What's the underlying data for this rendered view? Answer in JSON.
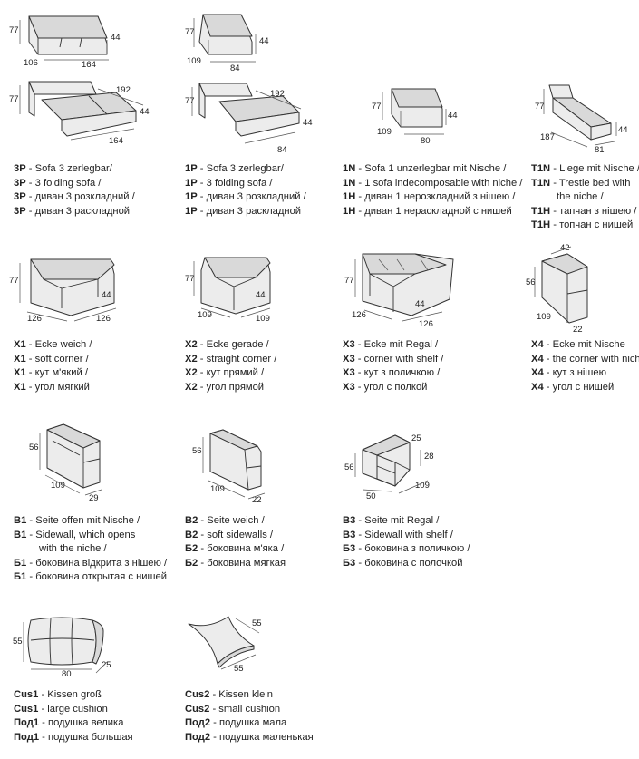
{
  "items": [
    {
      "id": "3P",
      "dims": {
        "h": "77",
        "s": "44",
        "d": "106",
        "w": "164"
      },
      "lines": [
        {
          "code": "3P",
          "text": " - Sofa 3 zerlegbar/"
        },
        {
          "code": "3P",
          "text": " - 3 folding sofa /"
        },
        {
          "code": "3P",
          "text": " - диван 3 розкладний /"
        },
        {
          "code": "3P",
          "text": " - диван 3 раскладной"
        }
      ],
      "dims2": {
        "h": "77",
        "s": "44",
        "l": "192",
        "w": "164"
      }
    },
    {
      "id": "1P",
      "dims": {
        "h": "77",
        "s": "44",
        "d": "109",
        "w": "84"
      },
      "lines": [
        {
          "code": "1P",
          "text": " - Sofa 3 zerlegbar/"
        },
        {
          "code": "1P",
          "text": " - 3 folding sofa /"
        },
        {
          "code": "1P",
          "text": " - диван 3 розкладний /"
        },
        {
          "code": "1P",
          "text": " - диван 3 раскладной"
        }
      ],
      "dims2": {
        "h": "77",
        "s": "44",
        "l": "192",
        "w": "84"
      }
    },
    {
      "id": "1N",
      "dims": {
        "h": "77",
        "s": "44",
        "d": "109",
        "w": "80"
      },
      "lines": [
        {
          "code": "1N",
          "text": " - Sofa 1 unzerlegbar mit Nische /"
        },
        {
          "code": "1N",
          "text": " - 1 sofa indecomposable with niche /"
        },
        {
          "code": "1Н",
          "text": " - диван 1 нерозкладний з нішею /"
        },
        {
          "code": "1Н",
          "text": " - диван 1 нераскладной с нишей"
        }
      ]
    },
    {
      "id": "T1N",
      "dims": {
        "h": "77",
        "s": "44",
        "d": "187",
        "w": "81"
      },
      "lines": [
        {
          "code": "T1N",
          "text": " - Liege mit Nische /"
        },
        {
          "code": "T1N",
          "text": " - Trestle bed with"
        },
        {
          "code": "",
          "text": "the niche /",
          "indent": true
        },
        {
          "code": "Т1Н",
          "text": " - тапчан з нішею /"
        },
        {
          "code": "Т1Н",
          "text": " - топчан с нишей"
        }
      ]
    },
    {
      "id": "X1",
      "dims": {
        "h": "77",
        "s": "44",
        "d": "126",
        "w": "126"
      },
      "lines": [
        {
          "code": "X1",
          "text": " - Ecke weich /"
        },
        {
          "code": "X1",
          "text": " - soft corner /"
        },
        {
          "code": "X1",
          "text": " - кут м'який  /"
        },
        {
          "code": "X1",
          "text": " - угол мягкий"
        }
      ]
    },
    {
      "id": "X2",
      "dims": {
        "h": "77",
        "s": "44",
        "d": "109",
        "w": "109"
      },
      "lines": [
        {
          "code": "X2",
          "text": " - Ecke gerade /"
        },
        {
          "code": "X2",
          "text": " - straight corner /"
        },
        {
          "code": "X2",
          "text": " - кут прямий /"
        },
        {
          "code": "X2",
          "text": " - угол прямой"
        }
      ]
    },
    {
      "id": "X3",
      "dims": {
        "h": "77",
        "s": "44",
        "d": "126",
        "w": "126"
      },
      "lines": [
        {
          "code": "X3",
          "text": " - Ecke mit Regal /"
        },
        {
          "code": "X3",
          "text": " - corner with  shelf /"
        },
        {
          "code": "X3",
          "text": " - кут з поличкою /"
        },
        {
          "code": "X3",
          "text": " - угол с полкой"
        }
      ]
    },
    {
      "id": "X4",
      "dims": {
        "h": "56",
        "t": "42",
        "d": "109",
        "w": "22"
      },
      "lines": [
        {
          "code": "X4",
          "text": " - Ecke mit Nische"
        },
        {
          "code": "X4",
          "text": " - the corner with niche"
        },
        {
          "code": "X4",
          "text": " - кут з нішею"
        },
        {
          "code": "X4",
          "text": " - угол с нишей"
        }
      ]
    },
    {
      "id": "B1",
      "dims": {
        "h": "56",
        "d": "109",
        "w": "29"
      },
      "lines": [
        {
          "code": "B1",
          "text": " - Seite offen mit Nische /"
        },
        {
          "code": "B1",
          "text": " - Sidewall, which opens"
        },
        {
          "code": "",
          "text": "with the niche /",
          "indent": true
        },
        {
          "code": "Б1",
          "text": " - боковина відкрита з нішею /"
        },
        {
          "code": "Б1",
          "text": " - боковина открытая с нишей"
        }
      ]
    },
    {
      "id": "B2",
      "dims": {
        "h": "56",
        "d": "109",
        "w": "22"
      },
      "lines": [
        {
          "code": "B2",
          "text": " - Seite weich /"
        },
        {
          "code": "B2",
          "text": " - soft sidewalls /"
        },
        {
          "code": "Б2",
          "text": " - боковина м'яка /"
        },
        {
          "code": "Б2",
          "text": " - боковина мягкая"
        }
      ]
    },
    {
      "id": "B3",
      "dims": {
        "h": "56",
        "t": "25",
        "s": "28",
        "d": "109",
        "w": "50"
      },
      "lines": [
        {
          "code": "B3",
          "text": " - Seite mit Regal /"
        },
        {
          "code": "B3",
          "text": " - Sidewall with shelf /"
        },
        {
          "code": "Б3",
          "text": " - боковина з поличкою /"
        },
        {
          "code": "Б3",
          "text": " - боковина с полочкой"
        }
      ]
    },
    {
      "id": "Cus1",
      "dims": {
        "h": "55",
        "w": "80",
        "d": "25"
      },
      "lines": [
        {
          "code": "Cus1",
          "text": " -  Kissen groß"
        },
        {
          "code": "Cus1",
          "text": " -  large cushion"
        },
        {
          "code": "Под1",
          "text": " - подушка велика"
        },
        {
          "code": "Под1",
          "text": " - подушка большая"
        }
      ]
    },
    {
      "id": "Cus2",
      "dims": {
        "h": "55",
        "w": "55"
      },
      "lines": [
        {
          "code": "Cus2",
          "text": " - Kissen klein"
        },
        {
          "code": "Cus2",
          "text": " - small cushion"
        },
        {
          "code": "Под2",
          "text": " - подушка мала"
        },
        {
          "code": "Под2",
          "text": " - подушка маленькая"
        }
      ]
    }
  ]
}
